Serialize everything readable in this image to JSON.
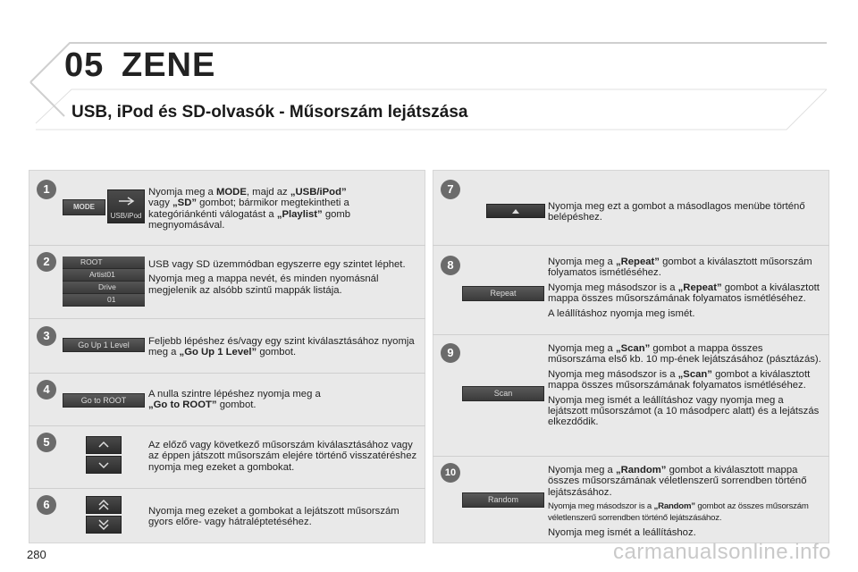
{
  "header": {
    "chapter_number": "05",
    "chapter_title": "ZENE"
  },
  "section_title": "USB, iPod és SD-olvasók - Műsorszám lejátszása",
  "page_number": "280",
  "watermark": "carmanualsonline.info",
  "steps": {
    "s1": {
      "num": "1",
      "mode_btn": "MODE",
      "usb_btn": "USB/iPod",
      "t1": "Nyomja meg a ",
      "b1": "MODE",
      "t2": ", majd az ",
      "b2": "„USB/iPod”",
      "t3": "vagy ",
      "b3": "„SD”",
      "t4": " gombot; bármikor megtekintheti a kategóriánkénti válogatást a ",
      "b4": "„Playlist”",
      "t5": " gomb megnyomásával."
    },
    "s2": {
      "num": "2",
      "rows": [
        "ROOT",
        "Artist01",
        "Drive",
        "01"
      ],
      "p1": "USB vagy SD üzemmódban egyszerre egy szintet léphet.",
      "p2": "Nyomja meg a mappa nevét, és minden nyomásnál megjelenik az alsóbb szintű mappák listája."
    },
    "s3": {
      "num": "3",
      "btn": "Go Up 1 Level",
      "t1": "Feljebb lépéshez és/vagy egy szint kiválasztásához nyomja meg a ",
      "b1": "„Go Up 1 Level”",
      "t2": " gombot."
    },
    "s4": {
      "num": "4",
      "btn": "Go to ROOT",
      "t1": "A nulla szintre lépéshez nyomja meg a",
      "b1": "„Go to ROOT”",
      "t2": " gombot."
    },
    "s5": {
      "num": "5",
      "icon_up": "chevron-up",
      "icon_down": "chevron-down",
      "p1": "Az előző vagy következő műsorszám kiválasztásához vagy az éppen játszott műsorszám elejére történő visszatéréshez nyomja meg ezeket a gombokat."
    },
    "s6": {
      "num": "6",
      "icon_up": "double-chevron-up",
      "icon_down": "double-chevron-down",
      "p1": "Nyomja meg ezeket a gombokat a lejátszott műsorszám gyors előre- vagy hátraléptetéséhez."
    },
    "s7": {
      "num": "7",
      "icon": "triangle-up",
      "p1": "Nyomja meg ezt a gombot a másodlagos menübe történő belépéshez."
    },
    "s8": {
      "num": "8",
      "btn": "Repeat",
      "t1": "Nyomja meg a ",
      "b1": "„Repeat”",
      "t2": " gombot a kiválasztott műsorszám folyamatos ismétléséhez.",
      "t3": "Nyomja meg másodszor is a ",
      "b2": "„Repeat”",
      "t4": " gombot a kiválasztott mappa összes műsorszámának folyamatos ismétléséhez.",
      "p3": "A leállításhoz nyomja meg ismét."
    },
    "s9": {
      "num": "9",
      "btn": "Scan",
      "t1": "Nyomja meg a ",
      "b1": "„Scan”",
      "t2": " gombot a mappa összes műsorszáma első kb. 10 mp-ének lejátszásához (pásztázás).",
      "t3": "Nyomja meg másodszor is a ",
      "b2": "„Scan”",
      "t4": " gombot a kiválasztott mappa összes műsorszámának folyamatos ismétléséhez.",
      "p3": "Nyomja meg ismét a leállításhoz vagy nyomja meg a lejátszott műsorszámot (a 10 másodperc alatt) és a lejátszás elkezdődik."
    },
    "s10": {
      "num": "10",
      "btn": "Random",
      "t1": "Nyomja meg a ",
      "b1": "„Random”",
      "t2": " gombot a kiválasztott mappa összes műsorszámának véletlenszerű sorrendben történő lejátszásához.",
      "t3": "Nyomja meg másodszor is a ",
      "b2": "„Random”",
      "t4": " gombot az összes műsorszám véletlenszerű sorrendben történő lejátszásához.",
      "p3": "Nyomja meg ismét a leállításhoz."
    }
  },
  "colors": {
    "panel_bg": "#e9e9e9",
    "step_circle": "#6b6b6b",
    "button_dark": "#3a3a3a"
  }
}
